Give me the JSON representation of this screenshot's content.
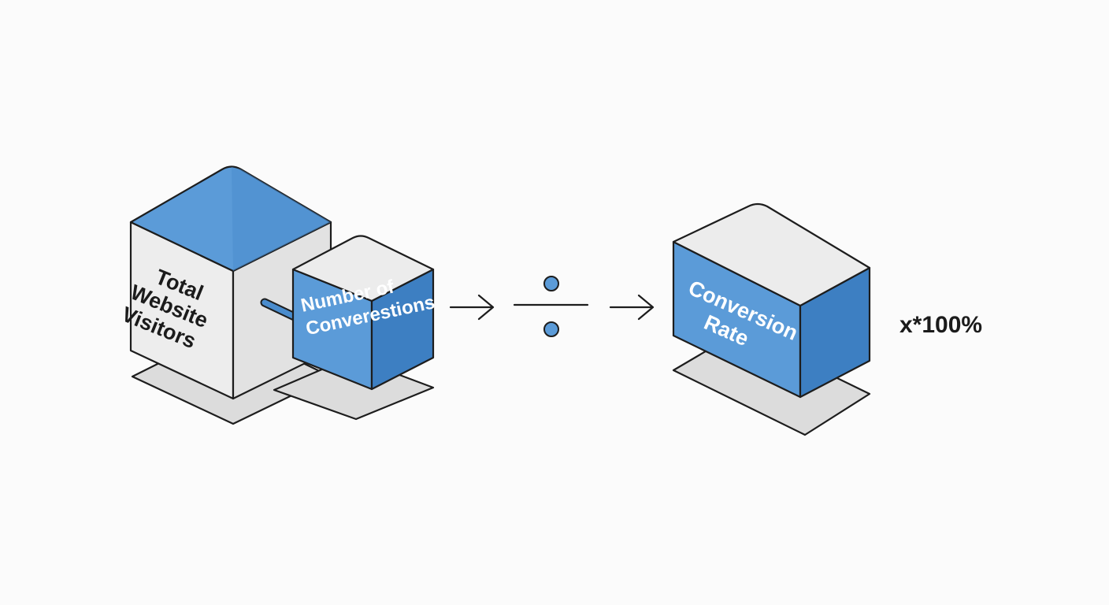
{
  "blocks": {
    "visitors": {
      "lines": [
        "Total",
        "Website",
        "Visitors"
      ]
    },
    "conversions": {
      "lines": [
        "Number of",
        "Converestions"
      ]
    },
    "rate": {
      "lines": [
        "Conversion",
        "Rate"
      ]
    }
  },
  "multiplier": {
    "text": "x*100%"
  },
  "operator": {
    "symbol": "divide"
  },
  "colors": {
    "blue_top": "#5b9bd8",
    "blue_front": "#4a8ccd",
    "blue_side": "#3d7fc2",
    "light_face": "#ededed",
    "light_side": "#dedede",
    "shadow": "#dcdcdc",
    "outline": "#1d1d1d"
  }
}
